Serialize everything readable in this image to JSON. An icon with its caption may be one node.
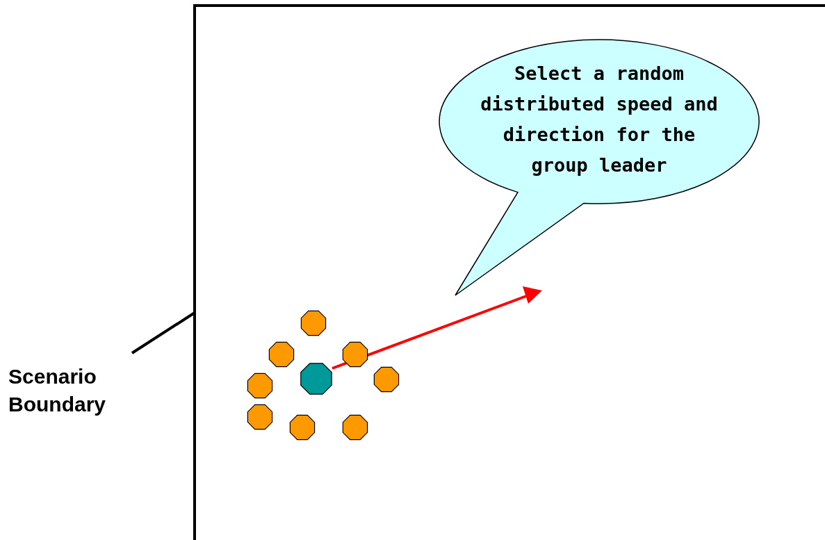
{
  "diagram": {
    "nodes": [
      {
        "text": [],
        "shape": "box"
      },
      {
        "text": [
          "Select a random distributed speed and direction for the group leader"
        ],
        "in": 0
      },
      {
        "text": [
          "Scenario Boundary"
        ]
      }
    ],
    "edges": [
      {
        "from": 2,
        "to": 0,
        "arrow": "none"
      }
    ]
  }
}
